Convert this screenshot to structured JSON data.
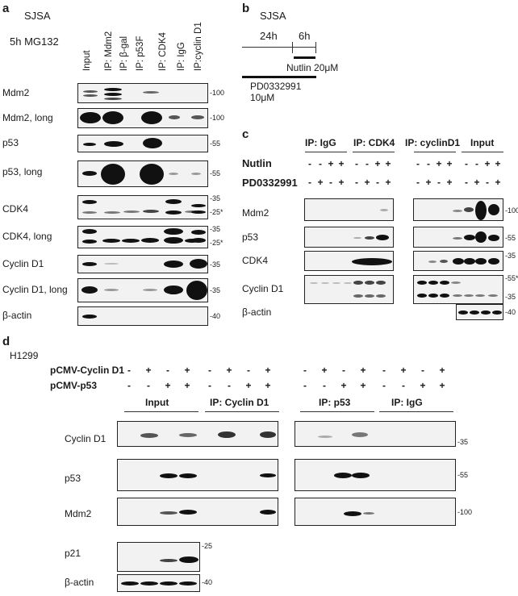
{
  "panel_a": {
    "letter": "a",
    "cell_line": "SJSA",
    "treatment": "5h MG132",
    "lanes": [
      "Input",
      "IP: Mdm2",
      "IP: β-gal",
      "IP: p53F",
      "IP: CDK4",
      "IP: IgG",
      "IP:cyclin D1"
    ],
    "rows": [
      {
        "label": "Mdm2",
        "mw": [
          "-100"
        ]
      },
      {
        "label": "Mdm2, long",
        "mw": [
          "-100"
        ]
      },
      {
        "label": "p53",
        "mw": [
          "-55"
        ]
      },
      {
        "label": "p53, long",
        "mw": [
          "-55"
        ]
      },
      {
        "label": "CDK4",
        "mw": [
          "-35",
          "-25*"
        ]
      },
      {
        "label": "CDK4, long",
        "mw": [
          "-35",
          "-25*"
        ]
      },
      {
        "label": "Cyclin D1",
        "mw": [
          "-35"
        ]
      },
      {
        "label": "Cyclin D1, long",
        "mw": [
          "-35"
        ]
      },
      {
        "label": "β-actin",
        "mw": [
          "-40"
        ]
      }
    ]
  },
  "panel_b": {
    "letter": "b",
    "cell_line": "SJSA",
    "time1": "24h",
    "time2": "6h",
    "nutlin": "Nutlin 20μM",
    "pd_name": "PD0332991",
    "pd_conc": "10μM"
  },
  "panel_c": {
    "letter": "c",
    "groups": [
      "IP: IgG",
      "IP: CDK4",
      "IP: cyclinD1",
      "Input"
    ],
    "nutlin_label": "Nutlin",
    "pd_label": "PD0332991",
    "nutlin_signs": [
      "-",
      "-",
      "+",
      "+"
    ],
    "pd_signs": [
      "-",
      "+",
      "-",
      "+"
    ],
    "rows": [
      {
        "label": "Mdm2",
        "mw": [
          "-100"
        ]
      },
      {
        "label": "p53",
        "mw": [
          "-55"
        ]
      },
      {
        "label": "CDK4",
        "mw": [
          "-35"
        ]
      },
      {
        "label": "Cyclin D1",
        "mw": [
          "-55*",
          "-35"
        ]
      },
      {
        "label": "β-actin",
        "mw": [
          "-40"
        ]
      }
    ]
  },
  "panel_d": {
    "letter": "d",
    "cell_line": "H1299",
    "cyclin_label": "pCMV-Cyclin D1",
    "p53_label": "pCMV-p53",
    "cyclin_signs": [
      "-",
      "+",
      "-",
      "+"
    ],
    "p53_signs": [
      "-",
      "-",
      "+",
      "+"
    ],
    "groups": [
      "Input",
      "IP: Cyclin D1",
      "IP: p53",
      "IP: IgG"
    ],
    "rows": [
      {
        "label": "Cyclin D1",
        "mw": [
          "-35"
        ]
      },
      {
        "label": "p53",
        "mw": [
          "-55"
        ]
      },
      {
        "label": "Mdm2",
        "mw": [
          "-100"
        ]
      },
      {
        "label": "p21",
        "mw": [
          "-25"
        ]
      },
      {
        "label": "β-actin",
        "mw": [
          "-40"
        ]
      }
    ]
  }
}
